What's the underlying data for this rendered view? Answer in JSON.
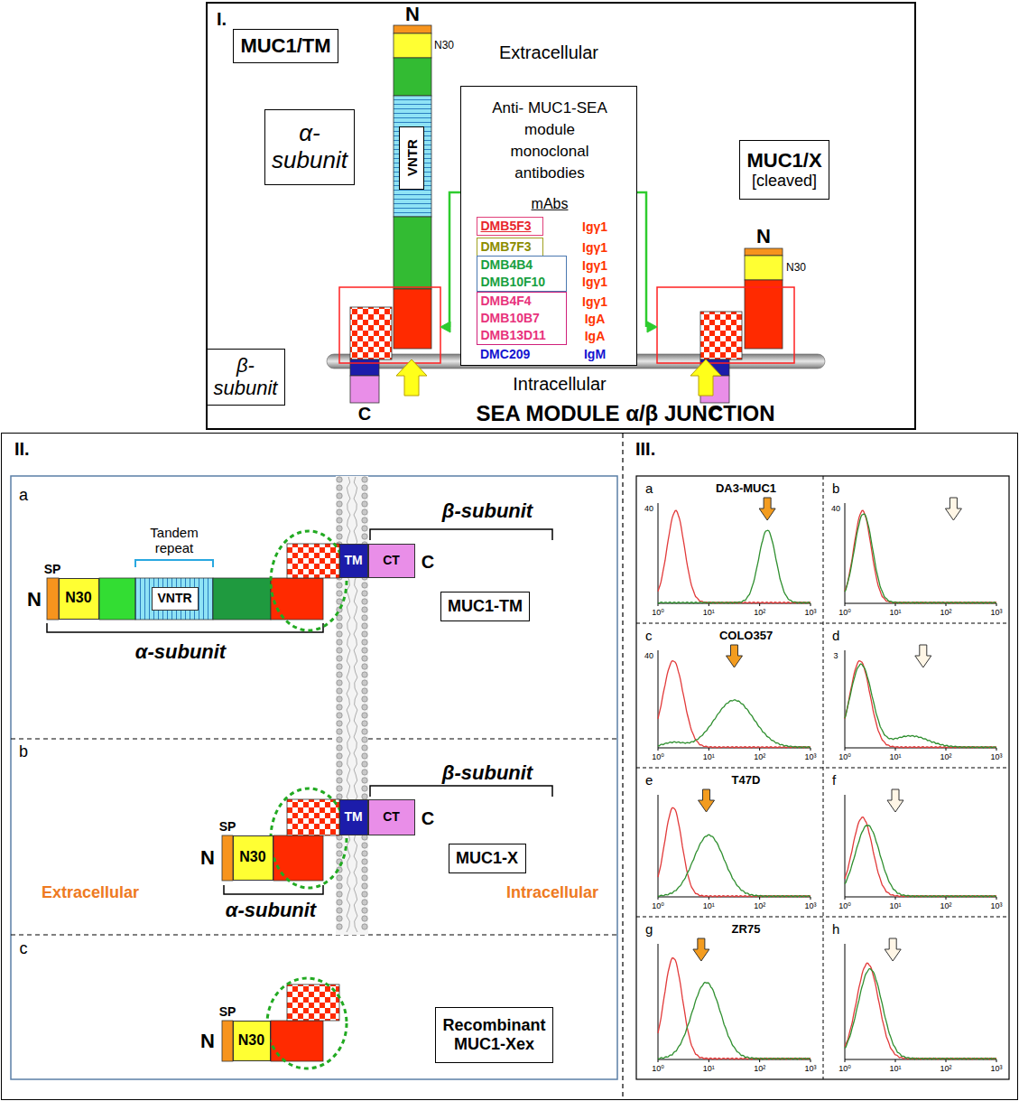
{
  "diagram": {
    "nodes": [
      {
        "text": [
          "I."
        ]
      },
      {
        "text": [
          "MUC1/TM"
        ],
        "in": 0
      },
      {
        "text": [
          "α- subunit"
        ],
        "in": 0
      },
      {
        "text": [
          "VNTR"
        ],
        "in": 0
      },
      {
        "text": [
          "Anti- MUC1-SEA module monoclonal antibodies",
          "mAbs",
          "Igγ1",
          "Igγ1",
          "Igγ1",
          "Igγ1",
          "Igγ1",
          "IgA",
          "IgA",
          "DMC209",
          "IgM"
        ],
        "in": 0
      },
      {
        "text": [
          "DMB5F3"
        ],
        "in": 4
      },
      {
        "text": [
          "DMB7F3"
        ],
        "in": 4
      },
      {
        "text": [
          "DMB4B4",
          "DMB10F10"
        ],
        "in": 4
      },
      {
        "text": [
          "DMB4F4",
          "DMB10B7",
          "DMB13D11"
        ],
        "in": 4
      },
      {
        "text": [
          "MUC1/X",
          "[cleaved]"
        ],
        "in": 0
      },
      {
        "text": [
          "β- subunit"
        ],
        "in": 0
      },
      {
        "text": [
          "II.",
          "III."
        ]
      },
      {
        "text": [
          "N30"
        ],
        "in": 11
      },
      {
        "text": [
          "VNTR"
        ],
        "in": 11
      },
      {
        "text": [
          "TM"
        ],
        "in": 11
      },
      {
        "text": [
          "CT"
        ],
        "in": 11
      },
      {
        "text": [
          "MUC1-TM"
        ],
        "in": 11
      },
      {
        "text": [
          "N30"
        ],
        "in": 11
      },
      {
        "text": [
          "TM"
        ],
        "in": 11
      },
      {
        "text": [
          "CT"
        ],
        "in": 11
      },
      {
        "text": [
          "MUC1-X"
        ],
        "in": 11
      },
      {
        "text": [
          "N30"
        ],
        "in": 11
      },
      {
        "text": [
          "Recombinant MUC1-Xex"
        ],
        "in": 11
      }
    ],
    "labels": [
      "N",
      "N30",
      "Extracellular",
      "N",
      "N30",
      "C",
      "C",
      "Intracellular",
      "SEA MODULE α/β JUNCTION",
      "a",
      "β-subunit",
      "Tandem repeat",
      "SP",
      "N",
      "C",
      "α-subunit",
      "b",
      "β-subunit",
      "SP",
      "N",
      "C",
      "Extracellular",
      "Intracellular",
      "α-subunit",
      "c",
      "SP",
      "N",
      "a",
      "b",
      "c",
      "d",
      "e",
      "f",
      "g",
      "h",
      "DA3-MUC1",
      "COLO357",
      "T47D",
      "ZR75",
      "10⁰",
      "10¹",
      "10²",
      "10³",
      "10⁰",
      "10¹",
      "10²",
      "10³",
      "10⁰",
      "10¹",
      "10²",
      "10³",
      "10⁰",
      "10¹",
      "10²",
      "10³",
      "10⁰",
      "10¹",
      "10²",
      "10³",
      "10⁰",
      "10¹",
      "10²",
      "10³",
      "10⁰",
      "10¹",
      "10²",
      "10³",
      "10⁰",
      "10¹",
      "10²",
      "10³",
      "40",
      "40",
      "40",
      "3"
    ]
  }
}
